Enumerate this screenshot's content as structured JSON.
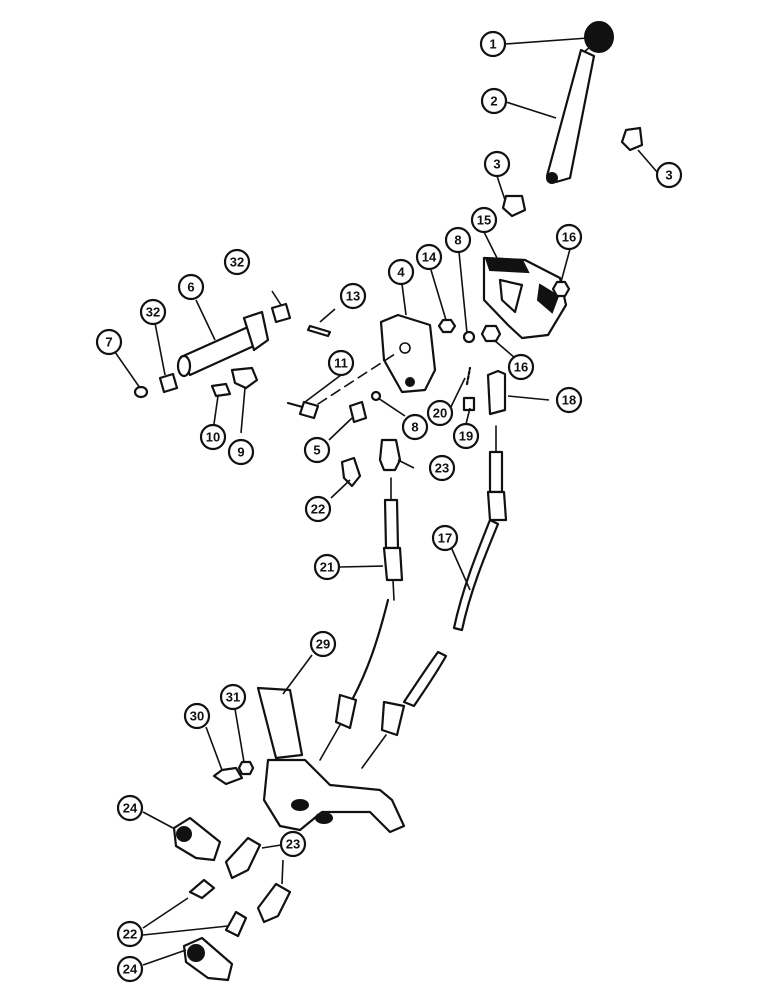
{
  "callouts": [
    {
      "id": "c1",
      "label": "1"
    },
    {
      "id": "c2",
      "label": "2"
    },
    {
      "id": "c3a",
      "label": "3"
    },
    {
      "id": "c3b",
      "label": "3"
    },
    {
      "id": "c4",
      "label": "4"
    },
    {
      "id": "c5",
      "label": "5"
    },
    {
      "id": "c6",
      "label": "6"
    },
    {
      "id": "c7",
      "label": "7"
    },
    {
      "id": "c8a",
      "label": "8"
    },
    {
      "id": "c8b",
      "label": "8"
    },
    {
      "id": "c9",
      "label": "9"
    },
    {
      "id": "c10",
      "label": "10"
    },
    {
      "id": "c11",
      "label": "11"
    },
    {
      "id": "c13",
      "label": "13"
    },
    {
      "id": "c14",
      "label": "14"
    },
    {
      "id": "c15",
      "label": "15"
    },
    {
      "id": "c16a",
      "label": "16"
    },
    {
      "id": "c16b",
      "label": "16"
    },
    {
      "id": "c17",
      "label": "17"
    },
    {
      "id": "c18",
      "label": "18"
    },
    {
      "id": "c19",
      "label": "19"
    },
    {
      "id": "c20",
      "label": "20"
    },
    {
      "id": "c21",
      "label": "21"
    },
    {
      "id": "c22a",
      "label": "22"
    },
    {
      "id": "c22b",
      "label": "22"
    },
    {
      "id": "c23a",
      "label": "23"
    },
    {
      "id": "c23b",
      "label": "23"
    },
    {
      "id": "c24a",
      "label": "24"
    },
    {
      "id": "c24b",
      "label": "24"
    },
    {
      "id": "c29",
      "label": "29"
    },
    {
      "id": "c30",
      "label": "30"
    },
    {
      "id": "c31",
      "label": "31"
    },
    {
      "id": "c32a",
      "label": "32"
    },
    {
      "id": "c32b",
      "label": "32"
    }
  ]
}
